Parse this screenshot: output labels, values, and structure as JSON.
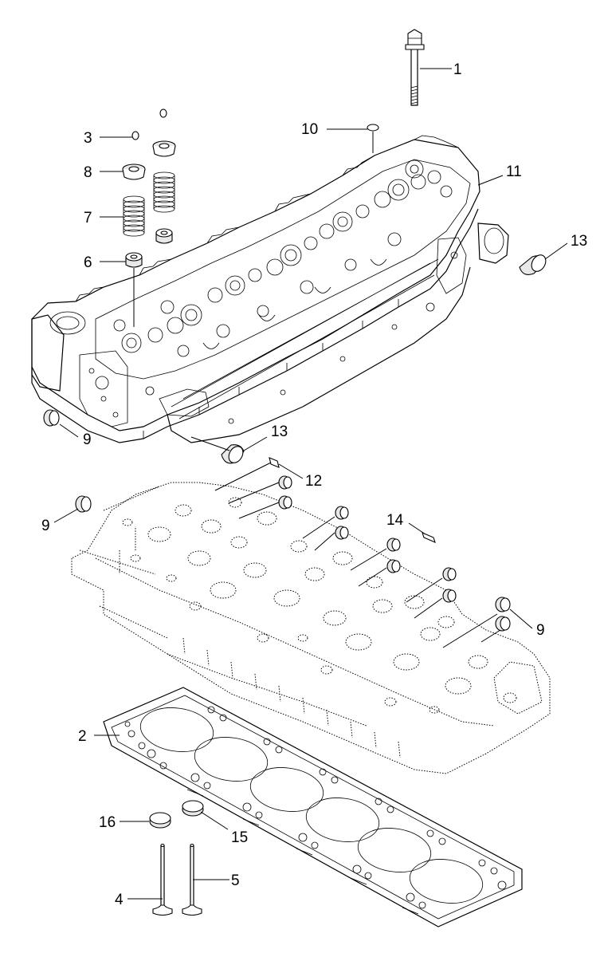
{
  "callouts": [
    {
      "id": "label-1",
      "text": "1"
    },
    {
      "id": "label-2",
      "text": "2"
    },
    {
      "id": "label-3",
      "text": "3"
    },
    {
      "id": "label-4",
      "text": "4"
    },
    {
      "id": "label-5",
      "text": "5"
    },
    {
      "id": "label-6",
      "text": "6"
    },
    {
      "id": "label-7",
      "text": "7"
    },
    {
      "id": "label-8",
      "text": "8"
    },
    {
      "id": "label-9a",
      "text": "9"
    },
    {
      "id": "label-9b",
      "text": "9"
    },
    {
      "id": "label-9c",
      "text": "9"
    },
    {
      "id": "label-10",
      "text": "10"
    },
    {
      "id": "label-11",
      "text": "11"
    },
    {
      "id": "label-12",
      "text": "12"
    },
    {
      "id": "label-13a",
      "text": "13"
    },
    {
      "id": "label-13b",
      "text": "13"
    },
    {
      "id": "label-14",
      "text": "14"
    },
    {
      "id": "label-15",
      "text": "15"
    },
    {
      "id": "label-16",
      "text": "16"
    }
  ],
  "parts": [
    {
      "number": "1",
      "name": "bolt-icon"
    },
    {
      "number": "2",
      "name": "head-gasket-icon"
    },
    {
      "number": "3",
      "name": "valve-keeper-icon"
    },
    {
      "number": "4",
      "name": "intake-valve-icon"
    },
    {
      "number": "5",
      "name": "exhaust-valve-icon"
    },
    {
      "number": "6",
      "name": "valve-stem-seal-icon"
    },
    {
      "number": "7",
      "name": "valve-spring-icon"
    },
    {
      "number": "8",
      "name": "spring-retainer-icon"
    },
    {
      "number": "9",
      "name": "cup-plug-icon"
    },
    {
      "number": "10",
      "name": "washer-icon"
    },
    {
      "number": "11",
      "name": "cylinder-head-icon"
    },
    {
      "number": "12",
      "name": "dowel-pin-icon"
    },
    {
      "number": "13",
      "name": "plug-icon"
    },
    {
      "number": "14",
      "name": "dowel-pin-icon"
    },
    {
      "number": "15",
      "name": "valve-seat-insert-icon"
    },
    {
      "number": "16",
      "name": "valve-seat-insert-icon"
    }
  ]
}
